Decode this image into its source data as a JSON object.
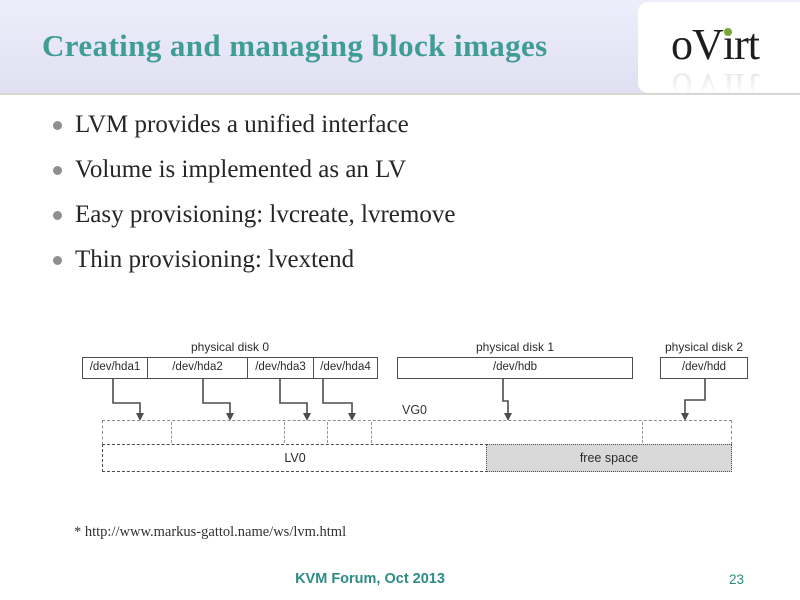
{
  "header": {
    "title": "Creating and managing block images",
    "logo": {
      "name": "oVirt",
      "part1": "oV",
      "dotless_i": "ı",
      "part2": "rt",
      "dot_color": "#74a838"
    }
  },
  "bullets": [
    "LVM provides a unified interface",
    "Volume is implemented as an LV",
    "Easy provisioning: lvcreate, lvremove",
    "Thin provisioning: lvextend"
  ],
  "diagram": {
    "disks": [
      {
        "label": "physical disk 0",
        "partitions": [
          "/dev/hda1",
          "/dev/hda2",
          "/dev/hda3",
          "/dev/hda4"
        ]
      },
      {
        "label": "physical disk 1",
        "partitions": [
          "/dev/hdb"
        ]
      },
      {
        "label": "physical disk 2",
        "partitions": [
          "/dev/hdd"
        ]
      }
    ],
    "volume_group_label": "VG0",
    "logical_volume_label": "LV0",
    "free_space_label": "free space"
  },
  "footnote": "* http://www.markus-gattol.name/ws/lvm.html",
  "footer": {
    "conference": "KVM Forum, Oct 2013",
    "page_number": "23"
  },
  "colors": {
    "title_teal": "#3f9d96",
    "footer_teal": "#2b8c86",
    "band_lavender": "#e3e3f4",
    "free_space_fill": "#d9d9d9",
    "logo_dot_green": "#74a838",
    "diagram_line": "#4d4d4d"
  }
}
